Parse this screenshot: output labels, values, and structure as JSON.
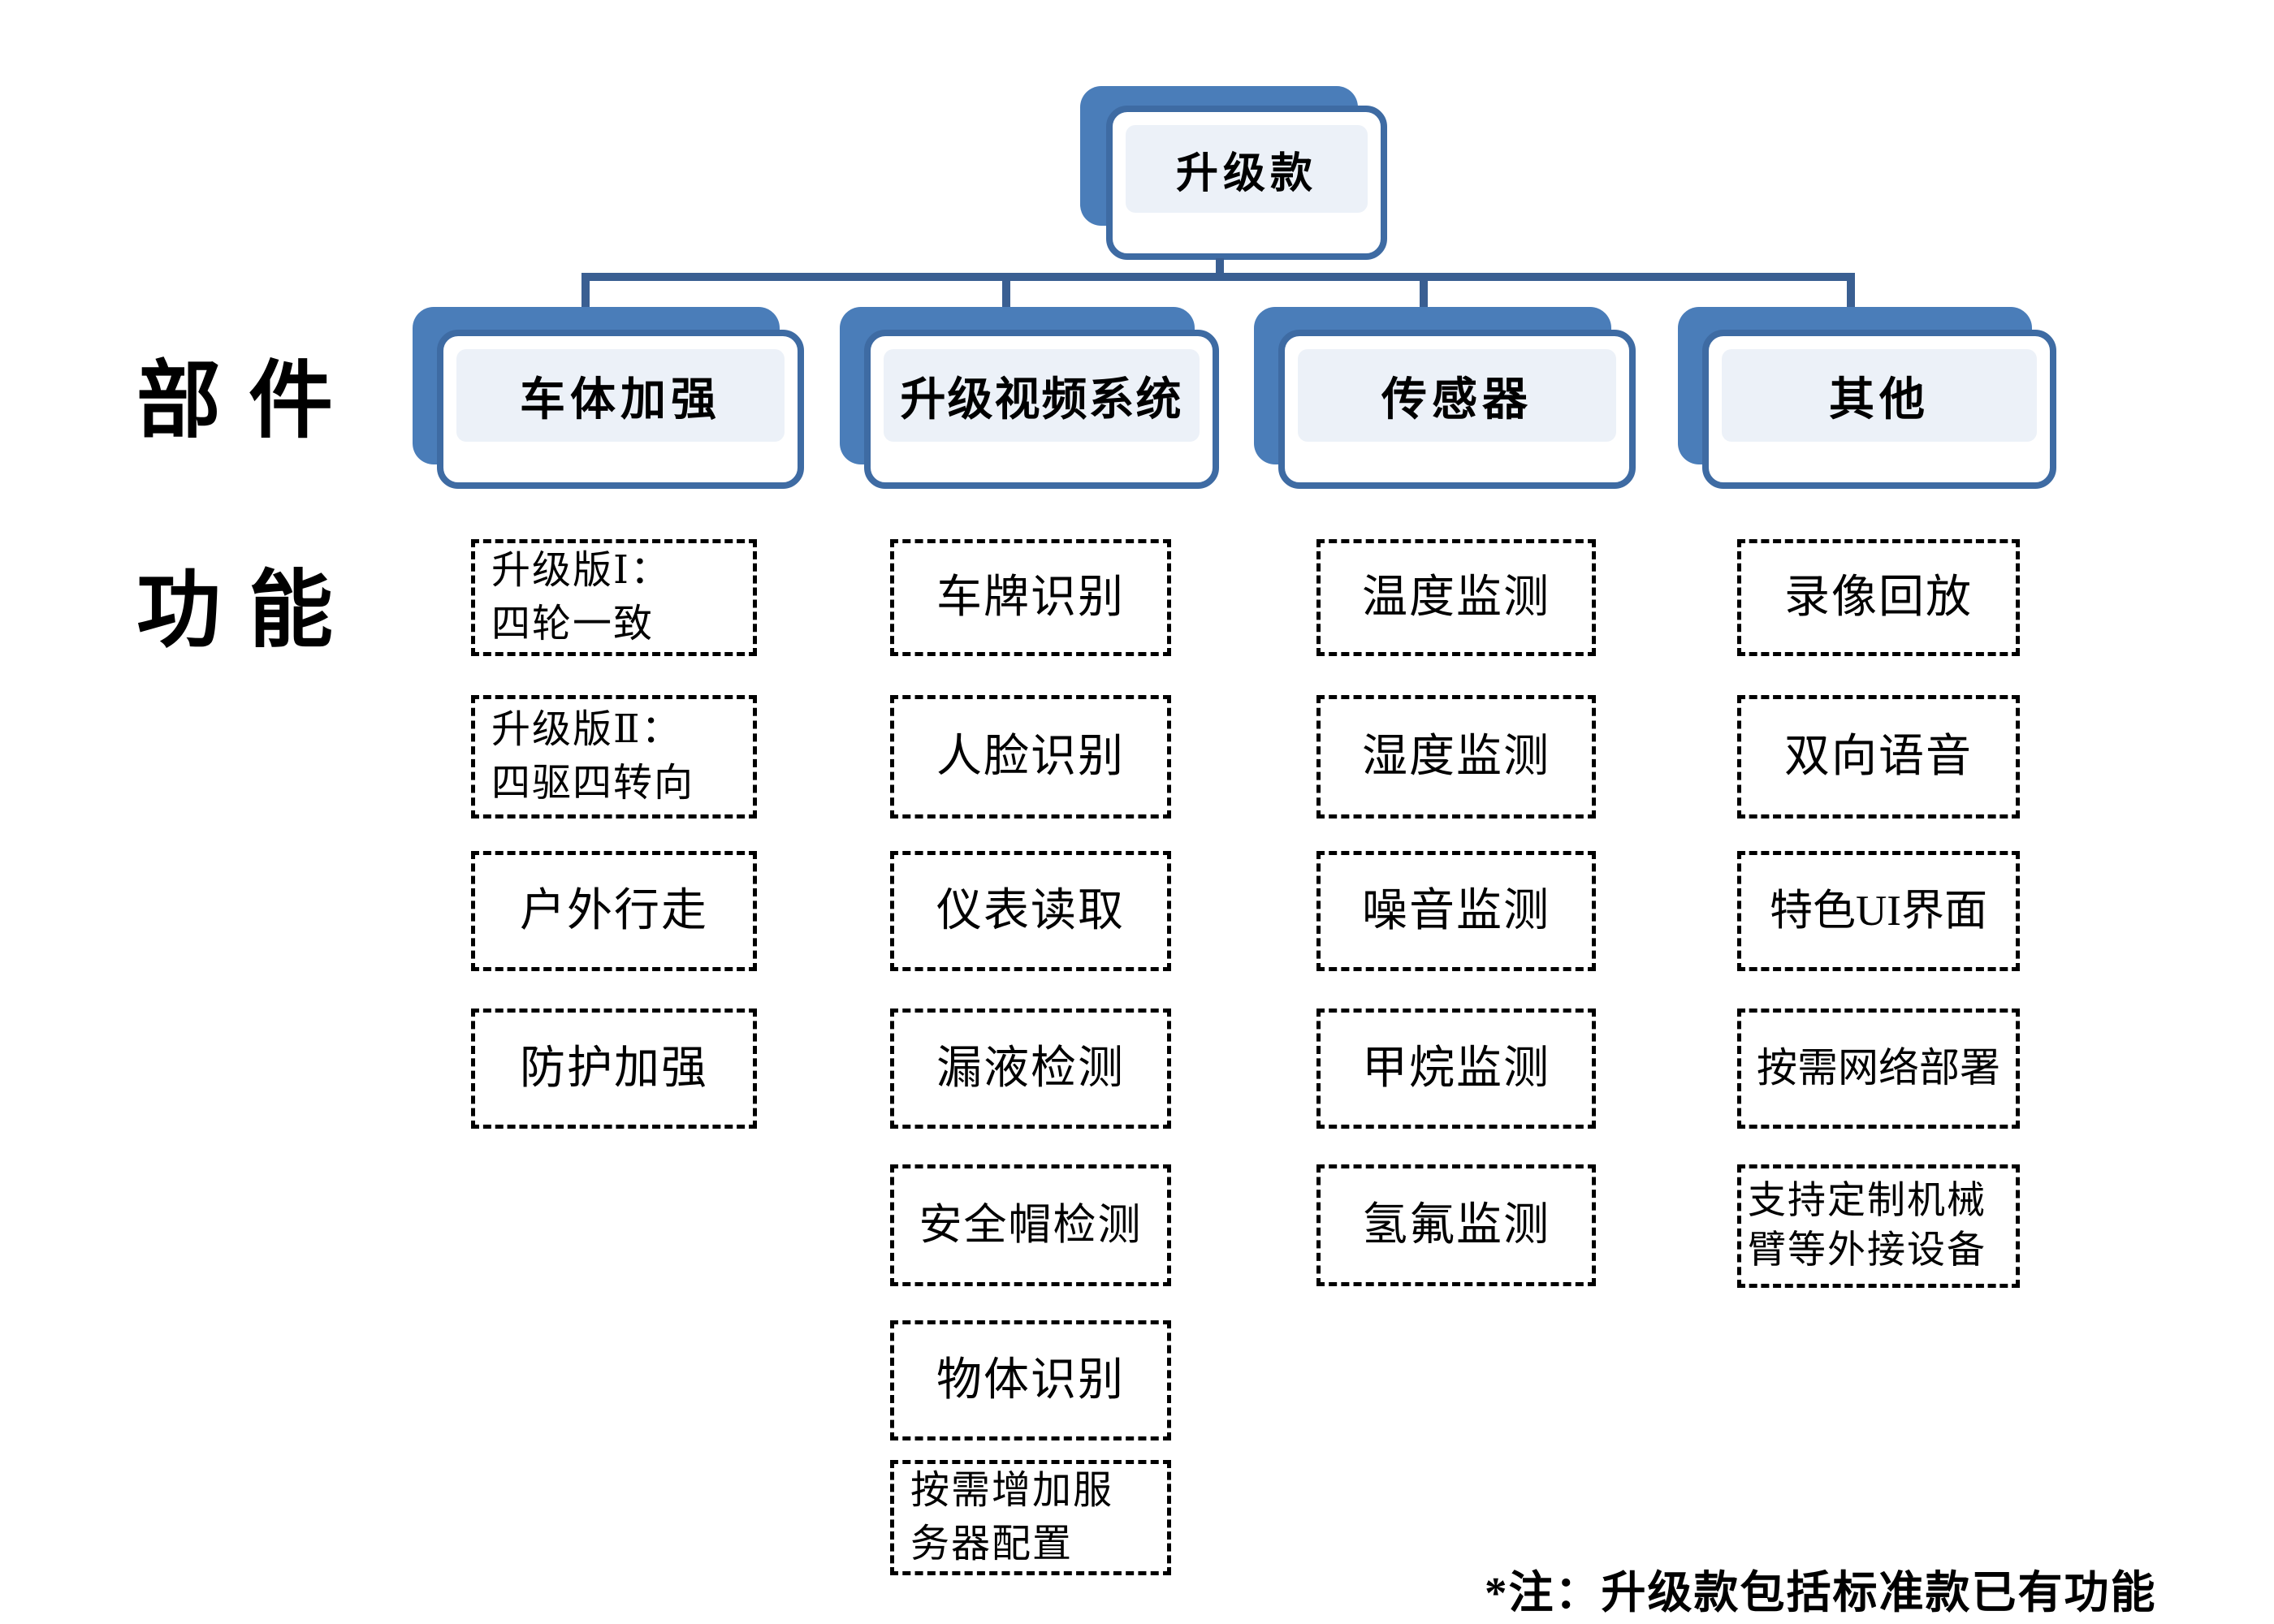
{
  "diagram": {
    "root": {
      "label": "升级款"
    },
    "row_labels": {
      "components": "部件",
      "functions": "功能"
    },
    "columns": [
      {
        "header": "车体加强",
        "items": [
          "升级版Ⅰ：\n四轮一致",
          "升级版Ⅱ：\n四驱四转向",
          "户外行走",
          "防护加强"
        ]
      },
      {
        "header": "升级视频系统",
        "items": [
          "车牌识别",
          "人脸识别",
          "仪表读取",
          "漏液检测",
          "安全帽检测",
          "物体识别",
          "按需增加服\n务器配置"
        ]
      },
      {
        "header": "传感器",
        "items": [
          "温度监测",
          "湿度监测",
          "噪音监测",
          "甲烷监测",
          "氢氟监测"
        ]
      },
      {
        "header": "其他",
        "items": [
          "录像回放",
          "双向语音",
          "特色UI界面",
          "按需网络部署",
          "支持定制机械\n臂等外接设备"
        ]
      }
    ],
    "footnote": "*注：升级款包括标准款已有功能",
    "colors": {
      "box_blue": "#4a7db9",
      "box_border": "#3e6ba3",
      "panel_fill": "#ecf1f8",
      "connector": "#3a5f92",
      "dashed_border": "#000000",
      "text": "#000000"
    }
  }
}
